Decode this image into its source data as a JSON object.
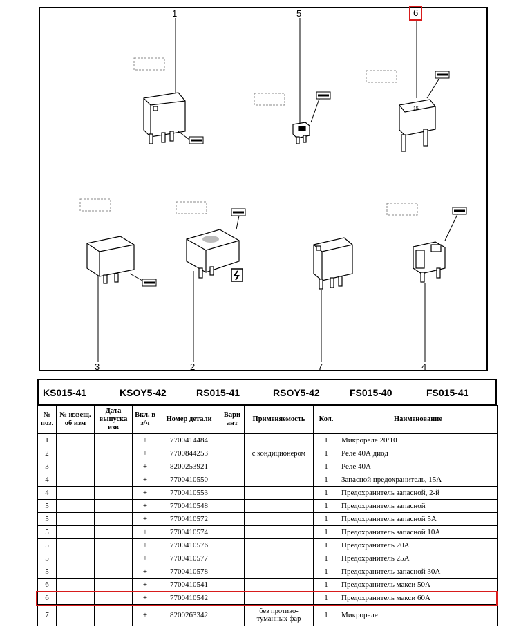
{
  "diagram": {
    "callouts": [
      "1",
      "5",
      "6",
      "3",
      "2",
      "7",
      "4"
    ],
    "highlighted_callout": "6",
    "fuse_rating_label": "15"
  },
  "codes": [
    "KS015-41",
    "KSOY5-42",
    "RS015-41",
    "RSOY5-42",
    "FS015-40",
    "FS015-41"
  ],
  "table": {
    "headers": [
      "№ поз.",
      "№ извещ. об изм",
      "Дата выпуска изв",
      "Вкл. в з/ч",
      "Номер детали",
      "Вари ант",
      "Применяемость",
      "Кол.",
      "Наименование"
    ],
    "rows": [
      [
        "1",
        "",
        "",
        "+",
        "7700414484",
        "",
        "",
        "1",
        "Микрореле 20/10"
      ],
      [
        "2",
        "",
        "",
        "+",
        "7700844253",
        "",
        "с кондиционером",
        "1",
        "Реле 40А диод"
      ],
      [
        "3",
        "",
        "",
        "+",
        "8200253921",
        "",
        "",
        "1",
        "Реле 40А"
      ],
      [
        "4",
        "",
        "",
        "+",
        "7700410550",
        "",
        "",
        "1",
        "Запасной предохранитель, 15А"
      ],
      [
        "4",
        "",
        "",
        "+",
        "7700410553",
        "",
        "",
        "1",
        "Предохранитель запасной, 2-й"
      ],
      [
        "5",
        "",
        "",
        "+",
        "7700410548",
        "",
        "",
        "1",
        "Предохранитель запасной"
      ],
      [
        "5",
        "",
        "",
        "+",
        "7700410572",
        "",
        "",
        "1",
        "Предохранитель запасной 5А"
      ],
      [
        "5",
        "",
        "",
        "+",
        "7700410574",
        "",
        "",
        "1",
        "Предохранитель запасной 10А"
      ],
      [
        "5",
        "",
        "",
        "+",
        "7700410576",
        "",
        "",
        "1",
        "Предохранитель 20А"
      ],
      [
        "5",
        "",
        "",
        "+",
        "7700410577",
        "",
        "",
        "1",
        "Предохранитель 25А"
      ],
      [
        "5",
        "",
        "",
        "+",
        "7700410578",
        "",
        "",
        "1",
        "Предохранитель запасной 30А"
      ],
      [
        "6",
        "",
        "",
        "+",
        "7700410541",
        "",
        "",
        "1",
        "Предохранитель макси 50А"
      ],
      [
        "6",
        "",
        "",
        "+",
        "7700410542",
        "",
        "",
        "1",
        "Предохранитель макси 60А"
      ],
      [
        "7",
        "",
        "",
        "+",
        "8200263342",
        "",
        "без противо-туманных фар",
        "1",
        "Микрореле"
      ]
    ],
    "highlighted_row": 12
  },
  "colors": {
    "highlight": "#d81b1b",
    "line": "#000000"
  }
}
